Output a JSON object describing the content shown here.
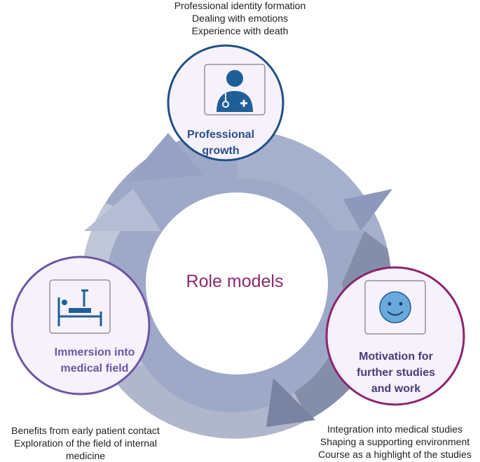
{
  "center": {
    "label": "Role models"
  },
  "nodes": {
    "professional_growth": {
      "title_lines": [
        "Professional",
        "growth"
      ],
      "notes": [
        "Professional identity formation",
        "Dealing with emotions",
        "Experience with death"
      ],
      "border_color": "#1f4f86",
      "icon": "doctor-icon"
    },
    "immersion": {
      "title_lines": [
        "Immersion into",
        "medical field"
      ],
      "notes": [
        "Benefits from early patient contact",
        "Exploration of the field of  internal",
        "medicine"
      ],
      "border_color": "#6e55a5",
      "icon": "hospital-bed-icon"
    },
    "motivation": {
      "title_lines": [
        "Motivation for",
        "further studies",
        "and work"
      ],
      "notes": [
        "Integration into medical studies",
        "Shaping a supporting environment",
        "Course as a highlight of the studies"
      ],
      "border_color": "#8b2570",
      "icon": "smiley-icon"
    }
  },
  "colors": {
    "ring_light": "#a9b4cf",
    "ring_mid": "#8f9bbf",
    "ring_dark": "#7d86a6",
    "node_fill": "#f6f1fa",
    "icon_blue": "#1f5f98"
  }
}
